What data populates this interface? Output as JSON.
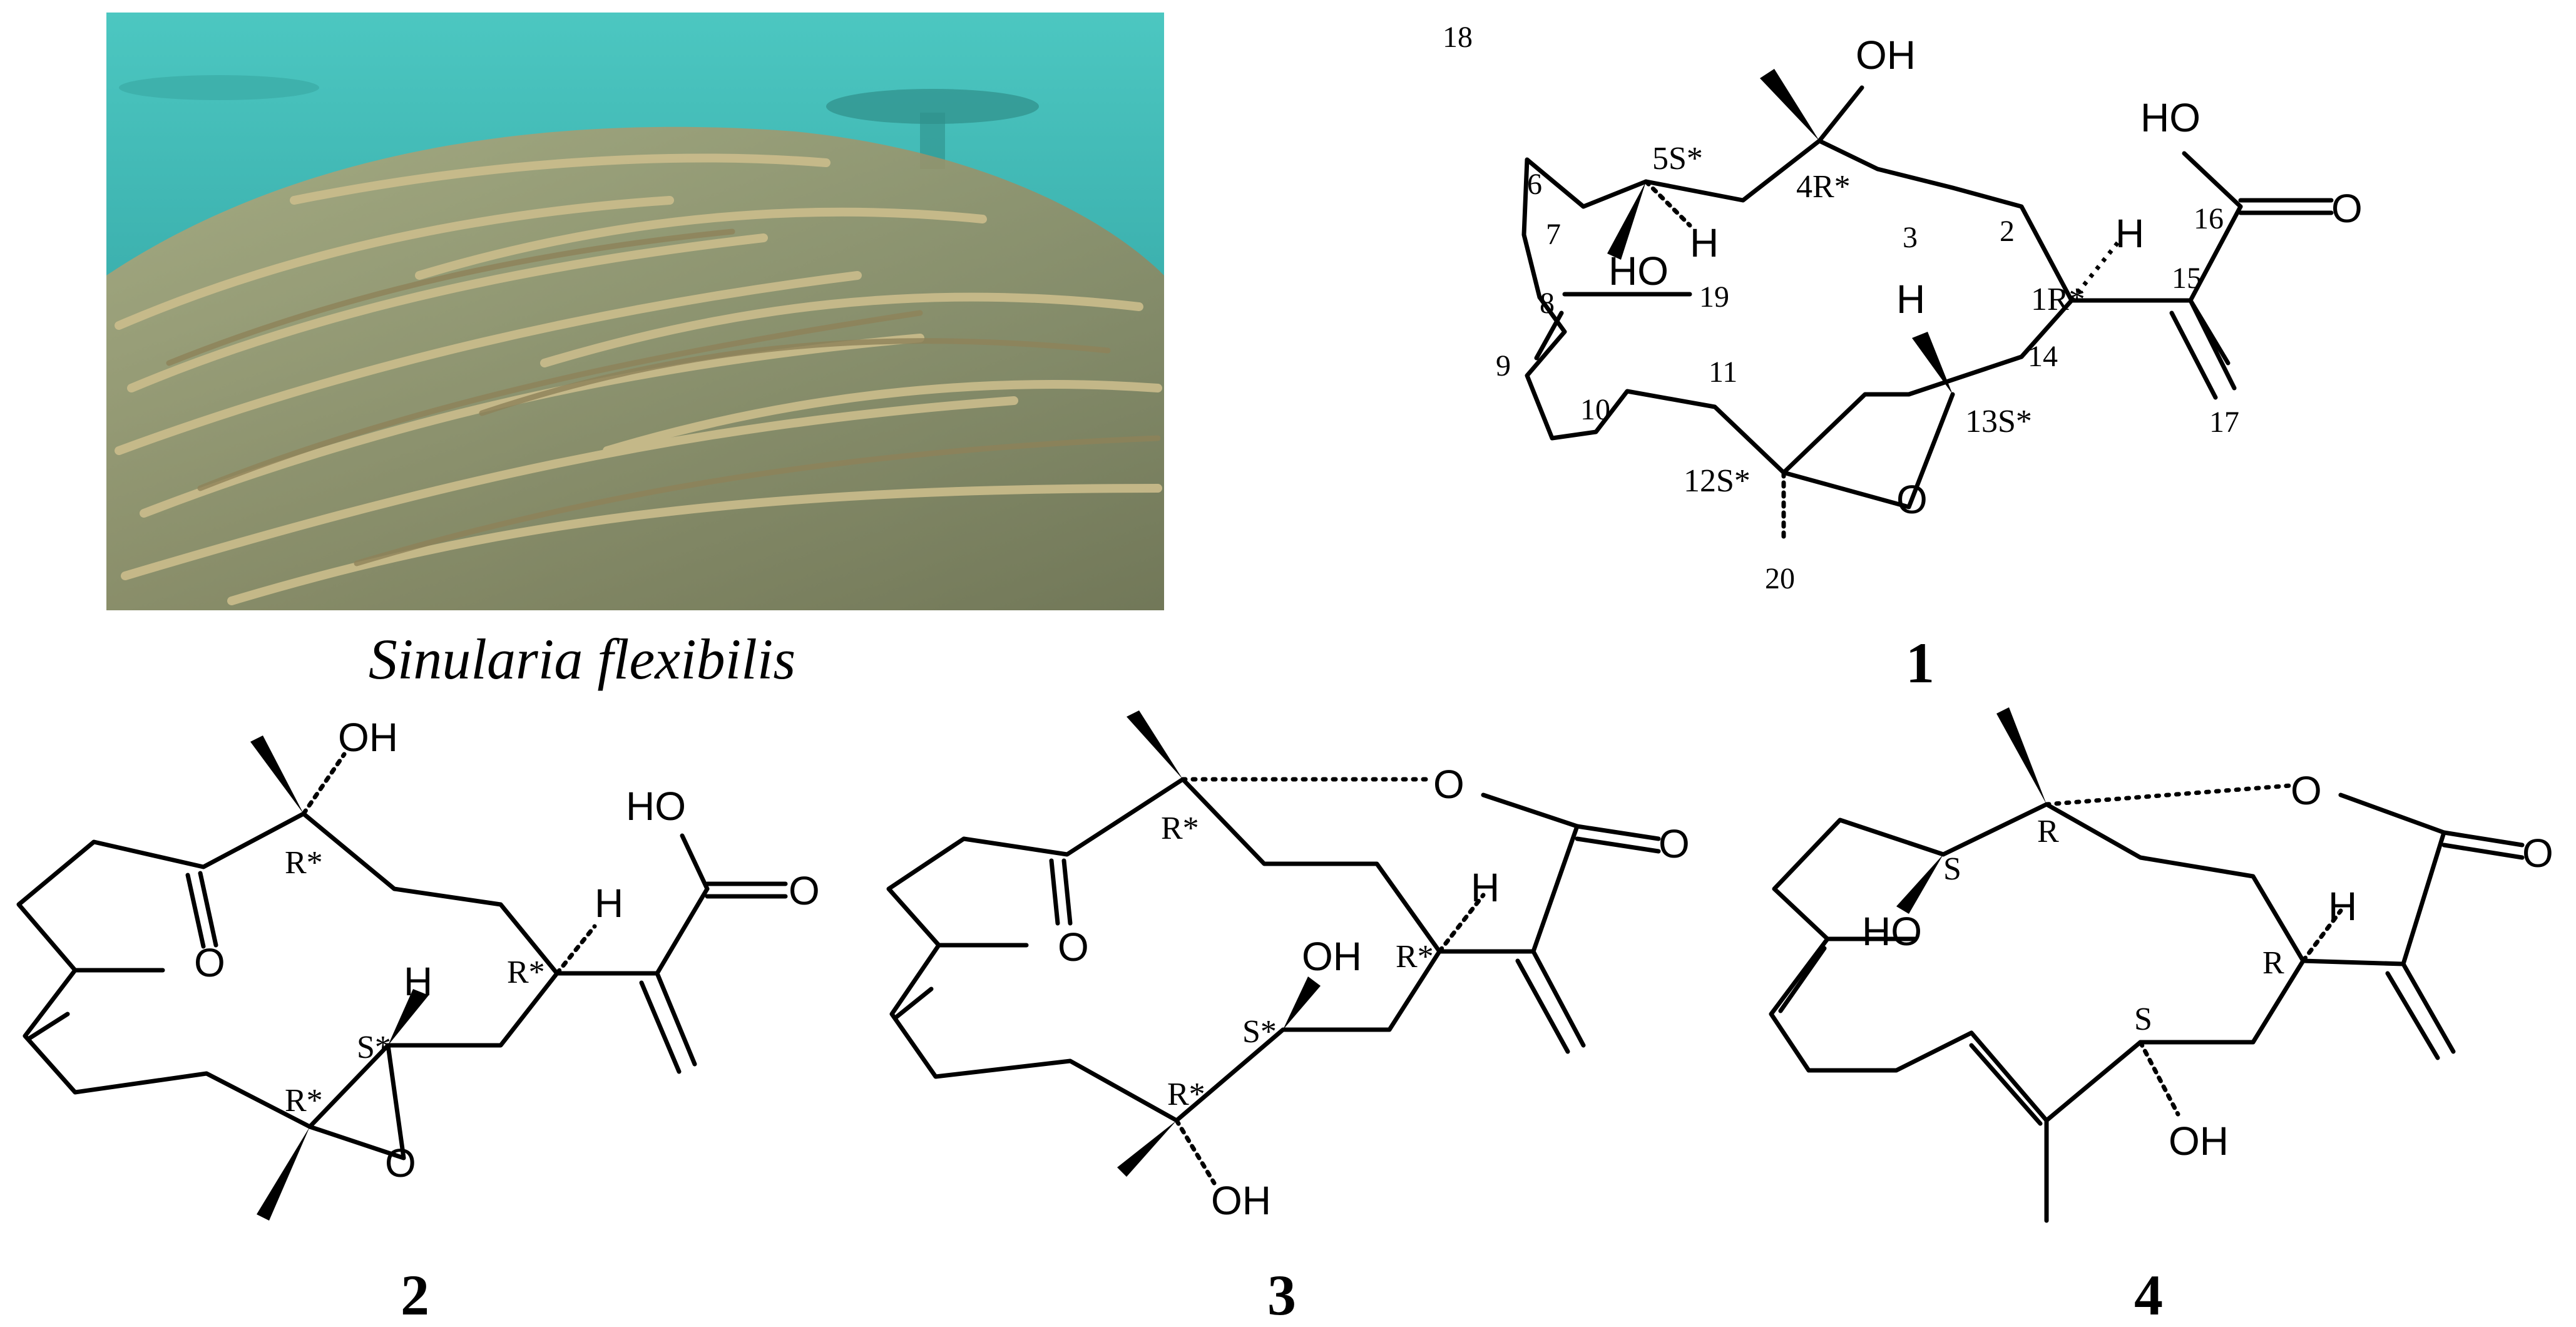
{
  "photo": {
    "caption": "Sinularia flexibilis"
  },
  "compounds": [
    {
      "label": "1",
      "atom_numbers": [
        "1",
        "2",
        "3",
        "4",
        "5",
        "6",
        "7",
        "8",
        "9",
        "10",
        "11",
        "12",
        "13",
        "14",
        "15",
        "16",
        "17",
        "18",
        "19",
        "20"
      ],
      "stereo": [
        "1R*",
        "4R*",
        "5S*",
        "12S*",
        "13S*"
      ],
      "atoms": [
        "OH",
        "HO",
        "HO",
        "O",
        "O",
        "H",
        "H",
        "H"
      ]
    },
    {
      "label": "2",
      "stereo": [
        "R*",
        "R*",
        "S*",
        "R*"
      ],
      "atoms": [
        "OH",
        "HO",
        "O",
        "O",
        "O",
        "H",
        "H"
      ]
    },
    {
      "label": "3",
      "stereo": [
        "R*",
        "R*",
        "S*",
        "R*"
      ],
      "atoms": [
        "O",
        "O",
        "O",
        "OH",
        "OH",
        "H"
      ]
    },
    {
      "label": "4",
      "stereo": [
        "R",
        "S",
        "R",
        "S"
      ],
      "atoms": [
        "O",
        "O",
        "HO",
        "OH",
        "H"
      ]
    }
  ],
  "colors": {
    "water": "#3fb8b3",
    "coral": "#a89a6a",
    "ink": "#000000"
  }
}
